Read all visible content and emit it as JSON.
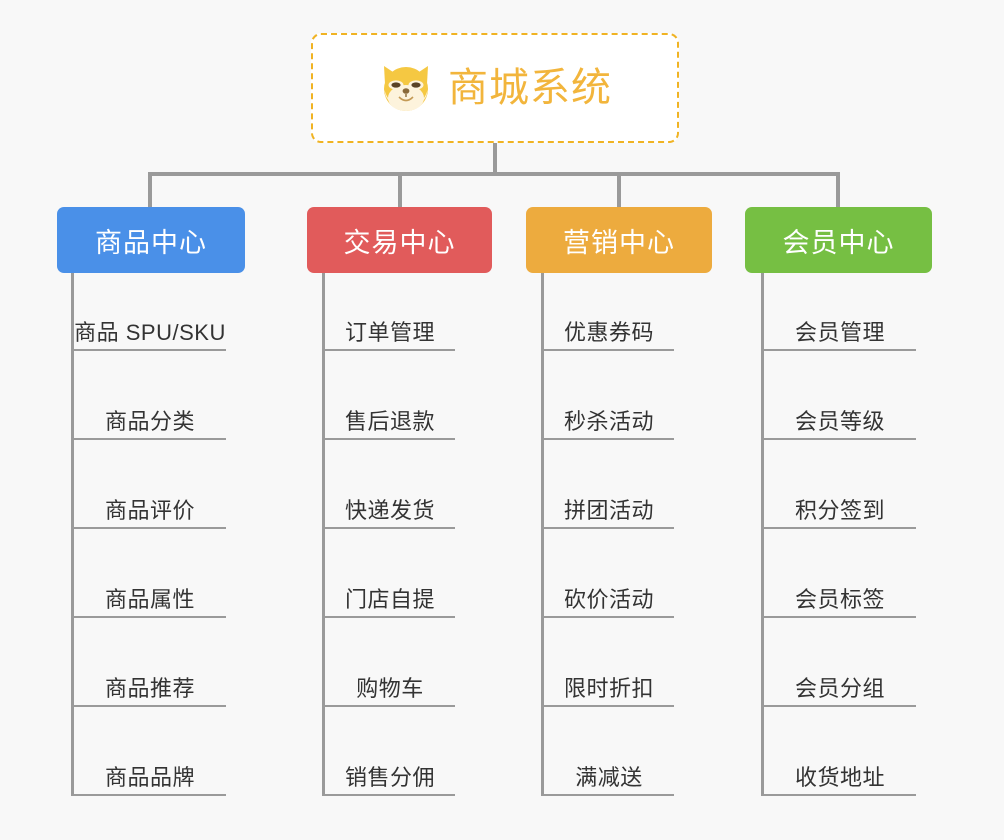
{
  "canvas": {
    "background": "#f8f8f8",
    "connector_color": "#9a9a9a"
  },
  "root": {
    "title": "商城系统",
    "icon": "shiba-dog-icon",
    "border_color": "#f0b323",
    "text_color": "#f2b53c",
    "background": "#ffffff"
  },
  "categories": [
    {
      "label": "商品中心",
      "color": "#4a90e8",
      "items": [
        "商品 SPU/SKU",
        "商品分类",
        "商品评价",
        "商品属性",
        "商品推荐",
        "商品品牌"
      ]
    },
    {
      "label": "交易中心",
      "color": "#e15b5b",
      "items": [
        "订单管理",
        "售后退款",
        "快递发货",
        "门店自提",
        "购物车",
        "销售分佣"
      ]
    },
    {
      "label": "营销中心",
      "color": "#edab3e",
      "items": [
        "优惠券码",
        "秒杀活动",
        "拼团活动",
        "砍价活动",
        "限时折扣",
        "满减送"
      ]
    },
    {
      "label": "会员中心",
      "color": "#76bf43",
      "items": [
        "会员管理",
        "会员等级",
        "积分签到",
        "会员标签",
        "会员分组",
        "收货地址"
      ]
    }
  ]
}
